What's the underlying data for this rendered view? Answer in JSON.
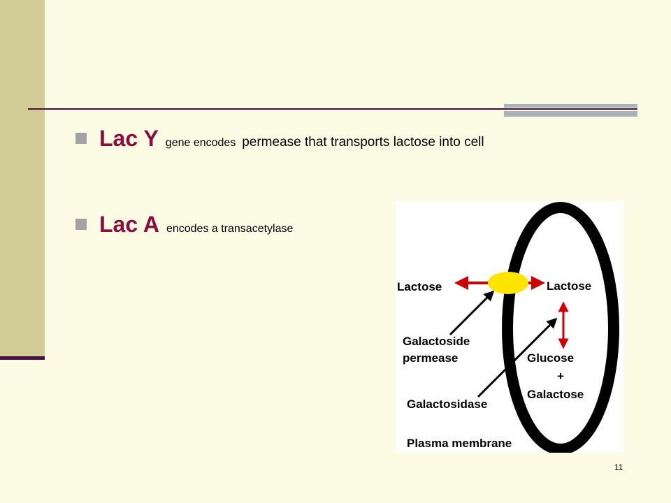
{
  "slide": {
    "number": "11",
    "bullets": [
      {
        "title": "Lac Y",
        "small": "gene encodes",
        "rest": "permease that transports lactose into cell"
      },
      {
        "title": "Lac A",
        "small": "encodes a transacetylase"
      }
    ]
  },
  "diagram": {
    "labels": {
      "lactose_outside": "Lactose",
      "lactose_inside": "Lactose",
      "permease_line1": "Galactoside",
      "permease_line2": "permease",
      "glucose": "Glucose",
      "plus": "+",
      "galactose": "Galactose",
      "galactosidase": "Galactosidase",
      "membrane": "Plasma membrane"
    },
    "colors": {
      "membrane": "#000000",
      "permease": "#ffe400",
      "arrow_red": "#cc0000",
      "arrow_black": "#000000"
    }
  },
  "theme": {
    "background": "#fcfbe3",
    "band": "#d2cd96",
    "accent_dark": "#4a0d44",
    "title_color": "#8b0d3d"
  }
}
